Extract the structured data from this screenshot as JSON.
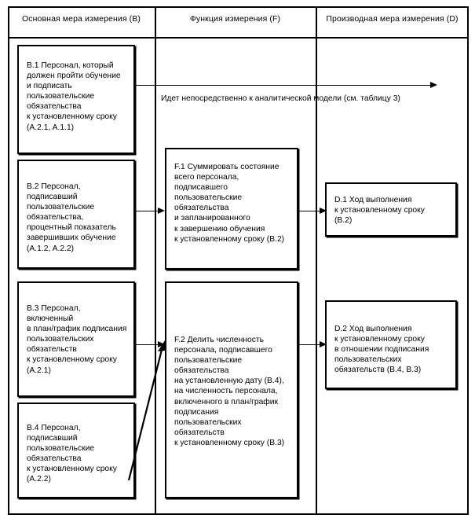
{
  "columns": [
    {
      "id": "B",
      "title": "Основная мера измерения (B)"
    },
    {
      "id": "F",
      "title": "Функция измерения (F)"
    },
    {
      "id": "D",
      "title": "Производная мера измерения (D)"
    }
  ],
  "boxes": {
    "b1": "B.1 Персонал, который\nдолжен пройти обучение\nи подписать\nпользовательские\nобязательства\nк установленному сроку\n(A.2.1, A.1.1)",
    "b2": "B.2 Персонал,\nподписавший\nпользовательские\nобязательства,\nпроцентный показатель\nзавершивших обучение\n(A.1.2, A.2.2)",
    "b3": "B.3 Персонал,\nвключенный\nв план/график подписания\nпользовательских\nобязательств\nк установленному сроку\n(A.2.1)",
    "b4": "B.4 Персонал,\nподписавший\nпользовательские\nобязательства\nк установленному сроку\n(A.2.2)",
    "f1": "F.1 Суммировать состояние\nвсего персонала,\nподписавшего\nпользовательские\nобязательства\nи запланированного\nк завершению обучения\nк установленному сроку (B.2)",
    "f2": "F.2 Делить численность\nперсонала, подписавшего\nпользовательские\nобязательства\nна установленную дату (B.4),\nна численность персонала,\nвключенного в план/график\nподписания\nпользовательских\nобязательств\nк установленному сроку (B.3)",
    "d1": "D.1 Ход выполнения\nк установленному сроку\n(B.2)",
    "d2": "D.2 Ход выполнения\nк установленному сроку\nв отношении подписания\nпользовательских\nобязательств (B.4, B.3)"
  },
  "annotations": {
    "direct_to_model": "Идет непосредственно к аналитической модели (см. таблицу 3)"
  },
  "colors": {
    "line": "#000000",
    "background": "#ffffff"
  }
}
